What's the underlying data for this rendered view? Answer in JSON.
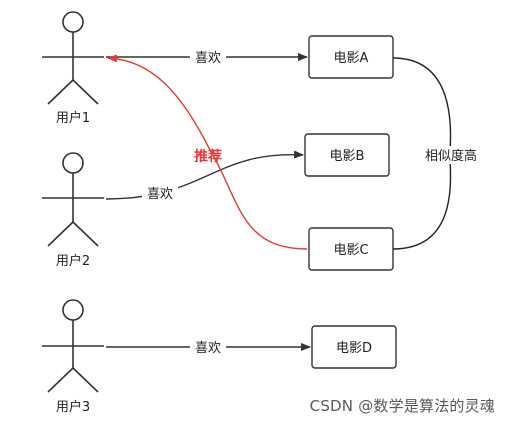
{
  "users": [
    {
      "label": "用户1"
    },
    {
      "label": "用户2"
    },
    {
      "label": "用户3"
    }
  ],
  "movies": [
    {
      "label": "电影A"
    },
    {
      "label": "电影B"
    },
    {
      "label": "电影C"
    },
    {
      "label": "电影D"
    }
  ],
  "edges": {
    "like_label": "喜欢",
    "recommend_label": "推荐",
    "similarity_label": "相似度高"
  },
  "colors": {
    "line": "#333333",
    "recommend": "#e53935"
  },
  "watermark": "CSDN @数学是算法的灵魂"
}
